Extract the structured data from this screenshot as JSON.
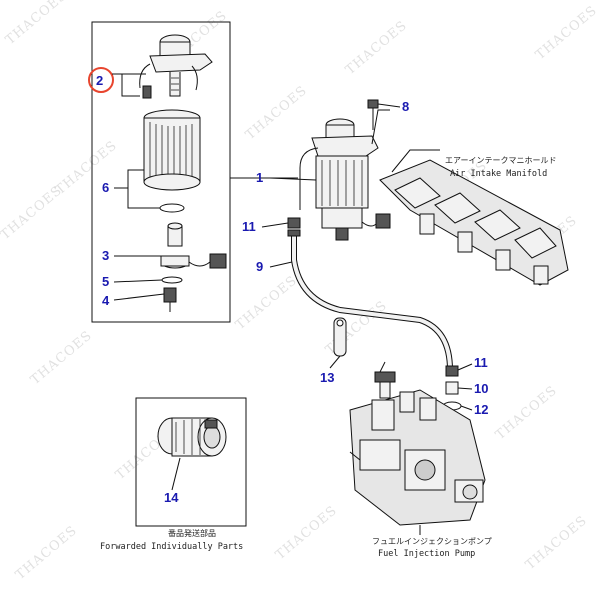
{
  "callouts": {
    "c1": "1",
    "c2": "2",
    "c3": "3",
    "c4": "4",
    "c5": "5",
    "c6": "6",
    "c8": "8",
    "c9": "9",
    "c10": "10",
    "c11a": "11",
    "c11b": "11",
    "c12": "12",
    "c13": "13",
    "c14": "14"
  },
  "labels": {
    "air_intake_jp": "エアーインテークマニホールド",
    "air_intake_en": "Air Intake Manifold",
    "forwarded_jp": "番品発送部品",
    "forwarded_en": "Forwarded Individually Parts",
    "fuel_pump_jp": "フュエルインジェクションポンプ",
    "fuel_pump_en": "Fuel Injection Pump"
  },
  "watermark": "THACOES",
  "colors": {
    "callout_text": "#1a1ab0",
    "highlight_circle": "#e8452e",
    "line": "#111111"
  }
}
